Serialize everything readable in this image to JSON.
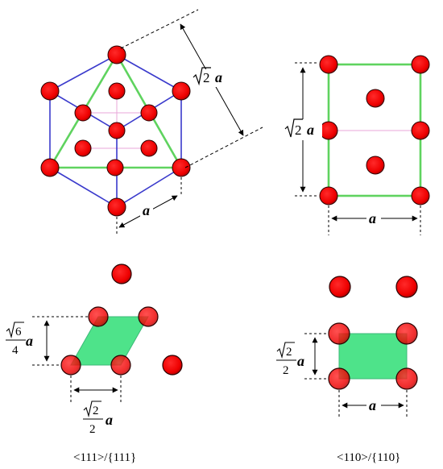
{
  "panels": {
    "fcc_cell": {
      "dim_diag_coef": "2",
      "dim_diag_var": "a",
      "dim_edge_var": "a"
    },
    "rect_cell": {
      "dim_height_coef": "2",
      "dim_height_var": "a",
      "dim_width_var": "a"
    },
    "plane_111": {
      "dim_height_num": "6",
      "dim_height_den": "4",
      "dim_height_var": "a",
      "dim_width_num": "2",
      "dim_width_den": "2",
      "dim_width_var": "a",
      "caption": "<111>/{111}"
    },
    "plane_110": {
      "dim_height_num": "2",
      "dim_height_den": "2",
      "dim_height_var": "a",
      "dim_width_var": "a",
      "caption": "<110>/{110}"
    }
  },
  "colors": {
    "atom": "#ff0000",
    "atom_outline": "#2a0000",
    "cube_edge": "#3a3acc",
    "inner_line": "#e8a7d8",
    "green_line": "#5fd35f",
    "green_fill": "#4ee38a"
  }
}
